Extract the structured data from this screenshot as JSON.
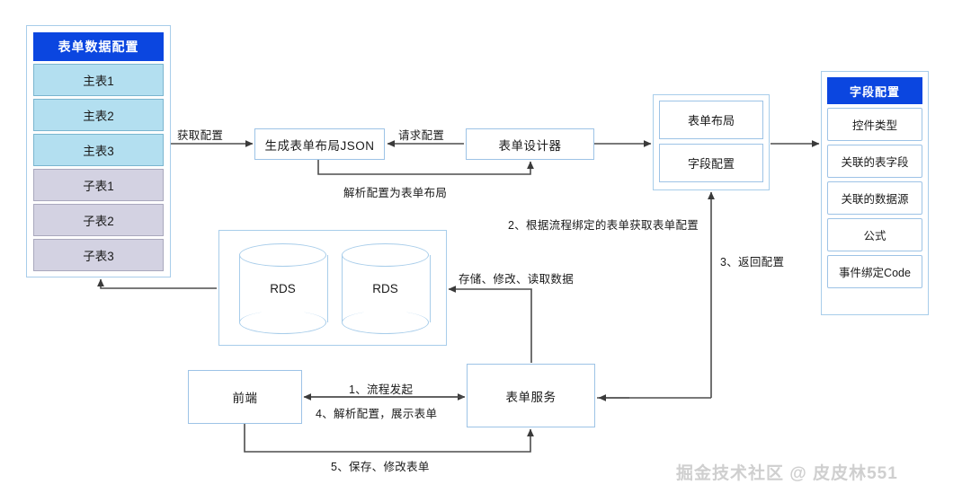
{
  "left_panel": {
    "title": "表单数据配置",
    "main_tables": [
      "主表1",
      "主表2",
      "主表3"
    ],
    "sub_tables": [
      "子表1",
      "子表2",
      "子表3"
    ]
  },
  "field_panel": {
    "title": "字段配置",
    "items": [
      "控件类型",
      "关联的表字段",
      "关联的数据源",
      "公式",
      "事件绑定Code"
    ]
  },
  "nodes": {
    "json_box": "生成表单布局JSON",
    "designer_box": "表单设计器",
    "layout_item": "表单布局",
    "field_item": "字段配置",
    "frontend": "前端",
    "form_service": "表单服务",
    "db_1": "RDS",
    "db_2": "RDS"
  },
  "edge_labels": {
    "get_config": "获取配置",
    "request_config": "请求配置",
    "parse_to_layout": "解析配置为表单布局",
    "step2_fetch": "2、根据流程绑定的表单获取表单配置",
    "step3_return": "3、返回配置",
    "store_modify_read": "存储、修改、读取数据",
    "step1_start": "1、流程发起",
    "step4_parse_show": "4、解析配置，展示表单",
    "step5_save_modify": "5、保存、修改表单"
  },
  "watermark": "掘金技术社区 @ 皮皮林551",
  "colors": {
    "header_blue": "#0b46e0",
    "main_table_fill": "#b3dff0",
    "sub_table_fill": "#d3d2e2",
    "box_border": "#9dc3e6",
    "edge_line": "#4d4d4d"
  }
}
